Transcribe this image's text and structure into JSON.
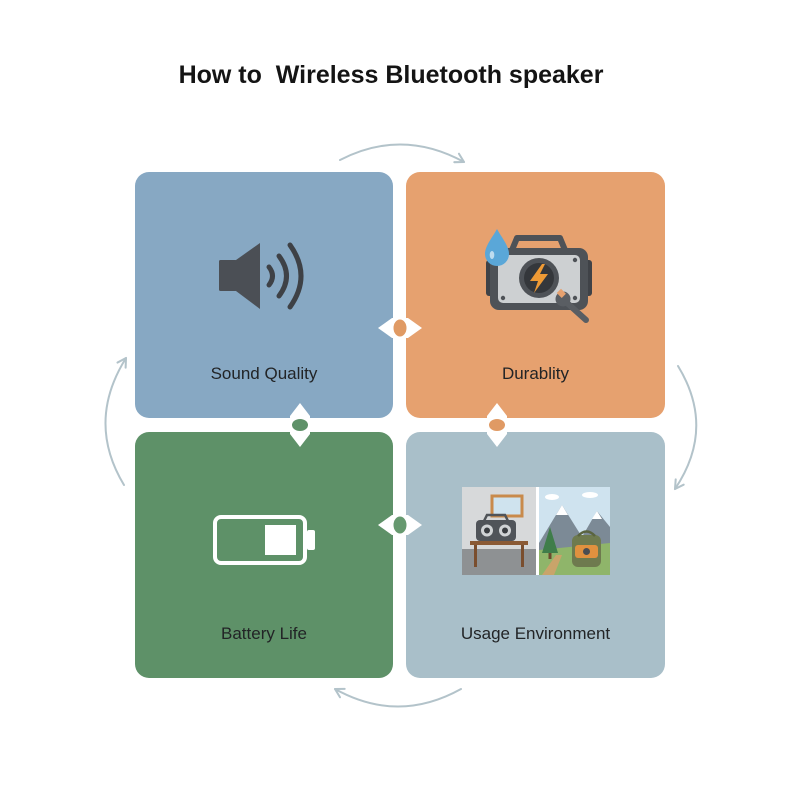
{
  "title": "How to  Wireless Bluetooth speaker",
  "cycle_arrow_color": "#B3C3CA",
  "quadrants": [
    {
      "label": "Sound Quality",
      "icon": "speaker-icon",
      "color": "#87A8C3"
    },
    {
      "label": "Durablity",
      "icon": "rugged-speaker-icon",
      "color": "#E6A16F"
    },
    {
      "label": "Battery Life",
      "icon": "battery-icon",
      "color": "#5E9168"
    },
    {
      "label": "Usage Environment",
      "icon": "environment-scenes-icon",
      "color": "#A9BFC9"
    }
  ],
  "connector_colors": {
    "top_vertical_gap": "#E09A64",
    "left_horizontal_gap": "#5E9168",
    "right_horizontal_gap": "#E09A64",
    "bottom_vertical_gap": "#66996F"
  }
}
